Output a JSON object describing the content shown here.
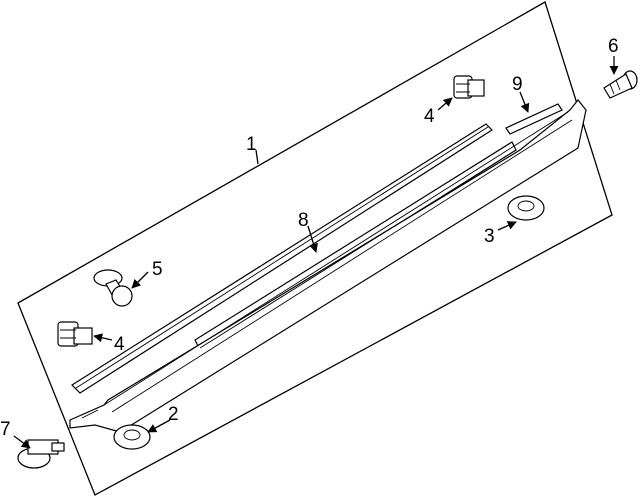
{
  "callouts": {
    "c1": "1",
    "c2": "2",
    "c3": "3",
    "c4a": "4",
    "c4b": "4",
    "c5": "5",
    "c6": "6",
    "c7": "7",
    "c8": "8",
    "c9": "9"
  }
}
